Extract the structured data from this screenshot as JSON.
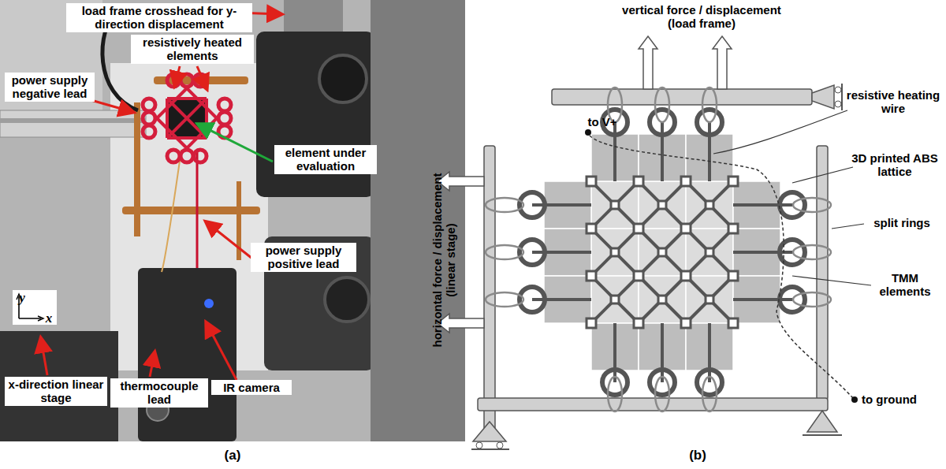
{
  "diagram": {
    "labels": [
      "load frame crosshead for y-direction displacement",
      "resistively heated elements",
      "power supply negative lead",
      "element under evaluation",
      "power supply positive lead",
      "x-direction linear stage",
      "thermocouple lead",
      "IR camera",
      "y",
      "x",
      "(a)",
      "vertical force / displacement (load frame)",
      "to V+",
      "resistive heating wire",
      "3D printed ABS lattice",
      "split rings",
      "horizontal force / displacement (linear stage)",
      "TMM elements",
      "to ground",
      "(b)"
    ]
  }
}
